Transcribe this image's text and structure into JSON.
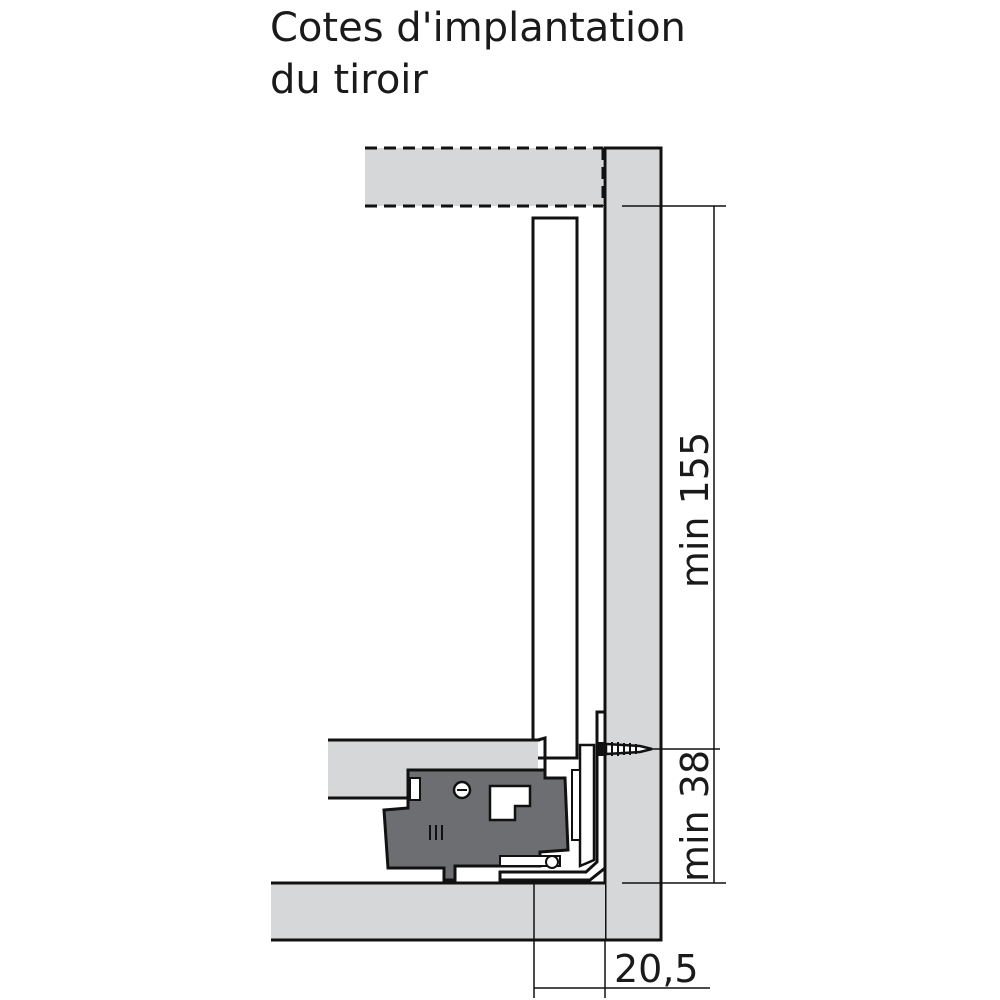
{
  "title": {
    "line1": "Cotes d'implantation",
    "line2": "du tiroir"
  },
  "dimensions": {
    "height_upper": "min 155",
    "height_lower": "min 38",
    "offset_side": "20,5"
  },
  "colors": {
    "panel_gray": "#d6d7d9",
    "line": "#111111",
    "mechanism_gray": "#6c6e72"
  }
}
